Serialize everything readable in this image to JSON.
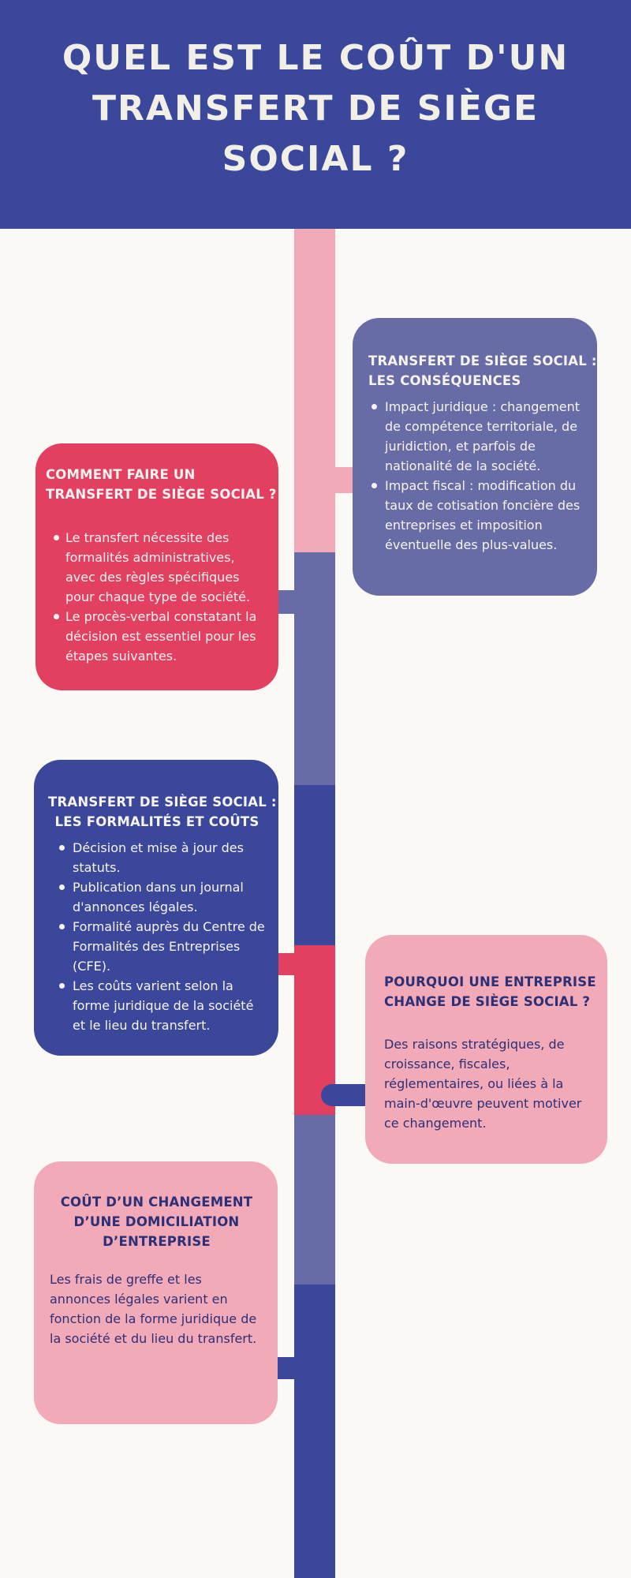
{
  "header": {
    "title_lines": [
      "QUEL EST LE COÛT D'UN",
      "TRANSFERT DE SIÈGE",
      "SOCIAL ?"
    ]
  },
  "cards": {
    "consequences": {
      "title_lines": [
        "TRANSFERT DE SIÈGE SOCIAL :",
        "LES CONSÉQUENCES"
      ],
      "bullets": [
        "Impact juridique : changement de compétence territoriale, de juridiction, et parfois de nationalité de la société.",
        "Impact fiscal : modification du taux de cotisation foncière des entreprises et imposition éventuelle des plus-values."
      ]
    },
    "comment_faire": {
      "title_lines": [
        "COMMENT FAIRE UN",
        "TRANSFERT DE SIÈGE SOCIAL ?"
      ],
      "bullets": [
        "Le transfert nécessite des formalités administratives, avec des règles spécifiques pour chaque type de société.",
        "Le procès-verbal constatant la décision est essentiel pour les étapes suivantes."
      ]
    },
    "formalites": {
      "title_lines": [
        "TRANSFERT DE SIÈGE SOCIAL :",
        "LES FORMALITÉS ET COÛTS"
      ],
      "bullets": [
        "Décision et mise à jour des statuts.",
        "Publication dans un journal d'annonces légales.",
        "Formalité auprès du Centre de Formalités des Entreprises (CFE).",
        "Les coûts varient selon la forme juridique de la société et le lieu du transfert."
      ]
    },
    "pourquoi": {
      "title_lines": [
        "POURQUOI UNE ENTREPRISE",
        "CHANGE DE SIÈGE SOCIAL ?"
      ],
      "body": "Des raisons stratégiques, de croissance, fiscales, réglementaires, ou liées à la main-d'œuvre peuvent motiver ce changement."
    },
    "cout": {
      "title_lines": [
        "COÛT D’UN CHANGEMENT",
        "D’UNE DOMICILIATION",
        "D’ENTREPRISE"
      ],
      "body": "Les frais de greffe et les annonces légales varient en fonction de la forme juridique de la société et du lieu du transfert."
    }
  },
  "colors": {
    "header_blue": "#3b479b",
    "slate_purple": "#676ca6",
    "pink": "#f2aab8",
    "red": "#e33f61",
    "navy_text": "#2b3077",
    "cream_text": "#f2efe6",
    "background": "#fbf9f5"
  }
}
